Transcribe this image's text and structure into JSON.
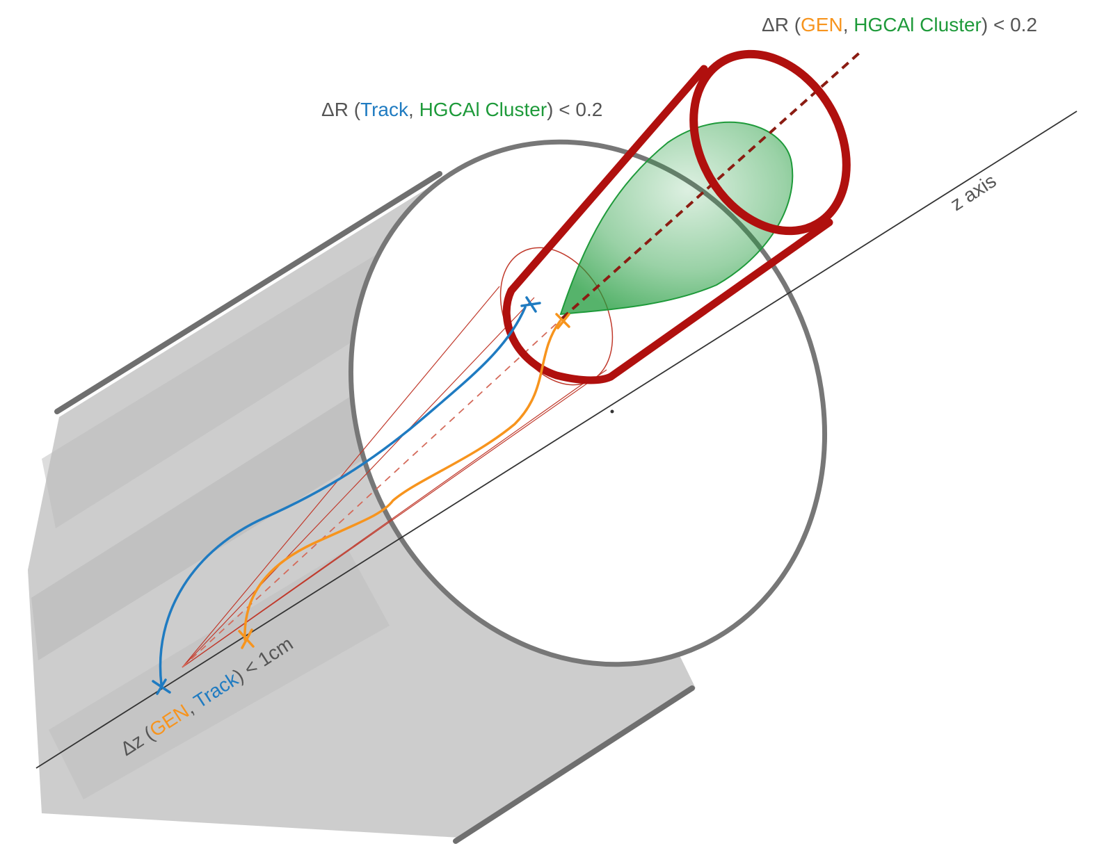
{
  "labels": {
    "dr_gen_cluster": {
      "prefix": "ΔR (",
      "gen": "GEN",
      "sep": ", ",
      "cluster": "HGCAl Cluster",
      "suffix": ") < 0.2"
    },
    "dr_track_cluster": {
      "prefix": "ΔR (",
      "track": "Track",
      "sep": ", ",
      "cluster": "HGCAl Cluster",
      "suffix": ") < 0.2"
    },
    "dz_gen_track": {
      "prefix": "Δz (",
      "gen": "GEN",
      "sep": ", ",
      "track": "Track",
      "suffix": ") < 1cm"
    },
    "z_axis": "z axis"
  },
  "colors": {
    "gen": "#f7941d",
    "track": "#1f7bc1",
    "cluster": "#1e9a3a",
    "cone": "#b0100e",
    "detector": "#777777",
    "text": "#555555"
  }
}
